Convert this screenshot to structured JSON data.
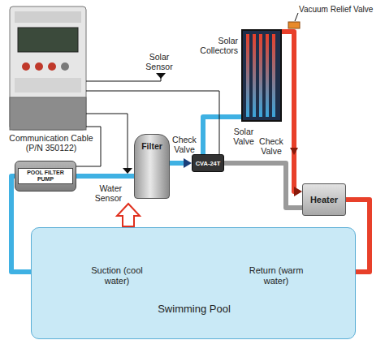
{
  "diagram": {
    "nodes": [
      {
        "text": [
          "Solar Collectors"
        ]
      },
      {
        "text": [
          "POOL FILTER PUMP"
        ]
      },
      {
        "text": [
          "Filter"
        ]
      },
      {
        "text": [
          "CVA-24T"
        ]
      },
      {
        "text": [
          "Heater"
        ]
      },
      {
        "text": [
          "Suction (cool water)",
          "Return (warm water)",
          "Swimming Pool"
        ]
      }
    ],
    "edges": [
      {
        "from": 5,
        "to": 1,
        "arrow": "none"
      },
      {
        "from": 1,
        "to": 2,
        "arrow": "none"
      },
      {
        "from": 2,
        "to": 3,
        "arrow": "to"
      },
      {
        "from": 3,
        "to": 0,
        "arrow": "none"
      },
      {
        "from": 0,
        "to": 4,
        "arrow": "to"
      },
      {
        "from": 3,
        "to": 4,
        "arrow": "none"
      },
      {
        "from": 4,
        "to": 5,
        "arrow": "none"
      }
    ],
    "labels": [
      "Solar Sensor",
      "Vacuum Relief Valve",
      "Communication Cable (P/N 350122)",
      "Water Sensor",
      "Check Valve",
      "Solar Valve",
      "Check Valve"
    ]
  }
}
